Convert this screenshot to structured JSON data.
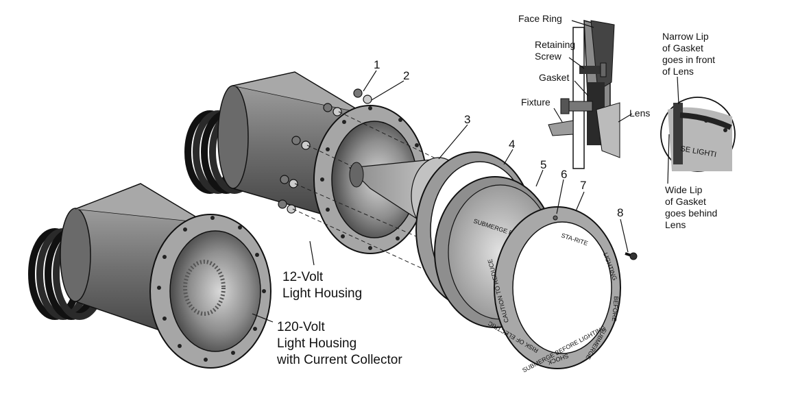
{
  "parts": {
    "p1": "1",
    "p2": "2",
    "p3": "3",
    "p4": "4",
    "p5": "5",
    "p6": "6",
    "p7": "7",
    "p8": "8"
  },
  "captions": {
    "housing12_l1": "12-Volt",
    "housing12_l2": "Light Housing",
    "housing120_l1": "120-Volt",
    "housing120_l2": "Light Housing",
    "housing120_l3": "with Current Collector"
  },
  "section_detail": {
    "face_ring": "Face Ring",
    "retaining_l1": "Retaining",
    "retaining_l2": "Screw",
    "gasket": "Gasket",
    "fixture": "Fixture",
    "lens": "Lens"
  },
  "gasket_detail": {
    "narrow_l1": "Narrow Lip",
    "narrow_l2": "of Gasket",
    "narrow_l3": "goes in front",
    "narrow_l4": "of Lens",
    "wide_l1": "Wide Lip",
    "wide_l2": "of Gasket",
    "wide_l3": "goes behind",
    "wide_l4": "Lens"
  },
  "lens_print": "SUBMERGE BEFORE LIGHTING",
  "lens_stamp": "SE LIGHTI",
  "ring_brand": "STA-RITE",
  "ring_print_1": "LIGHTING",
  "ring_print_2": "BEFORE",
  "ring_print_3": "SUBMERGE",
  "ring_print_4": "SHOCK",
  "ring_print_5": "RISK OF ELECTRIC",
  "ring_print_6": "CAUTION TO REDUCE",
  "ring_print_7": "SUBMERGE BEFORE LIGHTING",
  "colors": {
    "housing_dark": "#5a5a5a",
    "housing_mid": "#8a8a8a",
    "housing_light": "#c4c4c4",
    "ring_gray": "#9a9a9a",
    "lens_gray": "#b0b0b0",
    "line": "#1a1a1a"
  }
}
